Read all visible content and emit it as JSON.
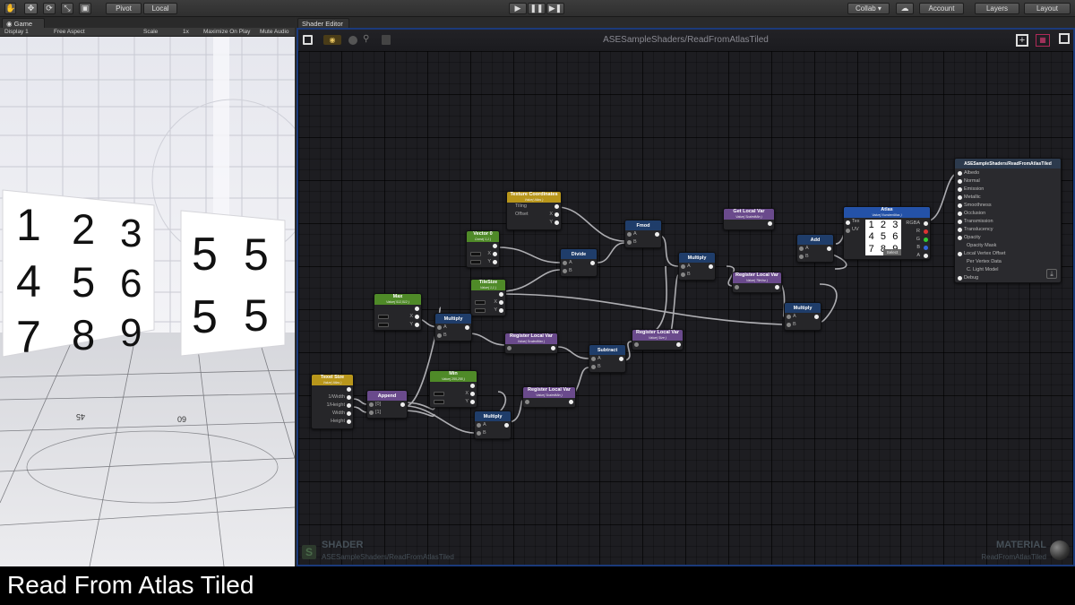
{
  "toolbar": {
    "pivot": "Pivot",
    "local": "Local",
    "collab": "Collab ▾",
    "account": "Account",
    "layers": "Layers",
    "layout": "Layout"
  },
  "game": {
    "tab": "Game",
    "display": "Display 1",
    "aspect": "Free Aspect",
    "scale_label": "Scale",
    "scale_value": "1x",
    "maximize": "Maximize On Play",
    "mute": "Mute Audio",
    "panel_left": [
      "1",
      "2",
      "3",
      "4",
      "5",
      "6",
      "7",
      "8",
      "9"
    ],
    "panel_right": [
      "5",
      "5",
      "5",
      "5"
    ],
    "floor_labels": [
      "45",
      "09"
    ]
  },
  "shader_editor": {
    "tab": "Shader Editor",
    "title": "ASESampleShaders/ReadFromAtlasTiled",
    "shader_label": "SHADER",
    "shader_name": "ASESampleShaders/ReadFromAtlasTiled",
    "material_label": "MATERIAL",
    "material_name": "ReadFromAtlasTiled"
  },
  "nodes": {
    "texcoords": {
      "title": "Texture Coordinates",
      "sub": "Value( Atlas )",
      "tiling": "Tiling",
      "offset": "Offset",
      "x": "X",
      "y": "Y"
    },
    "vector0": {
      "title": "Vector 0",
      "sub": "Const( 1,1 )",
      "x": "X",
      "y": "Y"
    },
    "divide": {
      "title": "Divide",
      "a": "A",
      "b": "B"
    },
    "fmod": {
      "title": "Fmod",
      "a": "A",
      "b": "B"
    },
    "multiply1": {
      "title": "Multiply",
      "a": "A",
      "b": "B"
    },
    "getlocal": {
      "title": "Get Local Var",
      "sub": "Value( ScaledMin )"
    },
    "reg_tile": {
      "title": "Register Local Var",
      "sub": "Value( TileVar )"
    },
    "add": {
      "title": "Add",
      "a": "A",
      "b": "B"
    },
    "atlas": {
      "title": "Atlas",
      "sub": "Value( NumberAtlas )",
      "tex": "Tex",
      "uv": "UV",
      "rgba": "RGBA",
      "r": "R",
      "g": "G",
      "b": "B",
      "a": "A",
      "select": "Select",
      "digits": [
        "1",
        "2",
        "3",
        "4",
        "5",
        "6",
        "7",
        "8",
        "9"
      ]
    },
    "multiply_r": {
      "title": "Multiply",
      "a": "A",
      "b": "B"
    },
    "max": {
      "title": "Max",
      "sub": "Value( 512,512 )",
      "x": "X",
      "y": "Y"
    },
    "tilesize": {
      "title": "TileSize",
      "sub": "Value( 1,1 )",
      "x": "X",
      "y": "Y"
    },
    "multiply_m": {
      "title": "Multiply",
      "a": "A",
      "b": "B"
    },
    "reg_max": {
      "title": "Register Local Var",
      "sub": "Value( ScaledMax )"
    },
    "subtract": {
      "title": "Subtract",
      "a": "A",
      "b": "B"
    },
    "reg_size": {
      "title": "Register Local Var",
      "sub": "Value( Size )"
    },
    "texel": {
      "title": "Texel Size",
      "sub": "Value( Atlas )",
      "w1": "1/Width",
      "h1": "1/Height",
      "w": "Width",
      "h": "Height"
    },
    "append": {
      "title": "Append",
      "i0": "[0]",
      "i1": "[1]"
    },
    "min": {
      "title": "Min",
      "sub": "Value( 255,255 )",
      "x": "X",
      "y": "Y"
    },
    "multiply_b": {
      "title": "Multiply",
      "a": "A",
      "b": "B"
    },
    "reg_min": {
      "title": "Register Local Var",
      "sub": "Value( ScaledMin )"
    },
    "output": {
      "title": "ASESampleShaders/ReadFromAtlasTiled",
      "ports": [
        "Albedo",
        "Normal",
        "Emission",
        "Metallic",
        "Smoothness",
        "Occlusion",
        "Transmission",
        "Translucency",
        "Opacity",
        "Opacity Mask",
        "Local Vertex Offset",
        "Per Vertex Data",
        "C. Light Model",
        "Debug"
      ]
    }
  },
  "caption": "Read From Atlas Tiled"
}
